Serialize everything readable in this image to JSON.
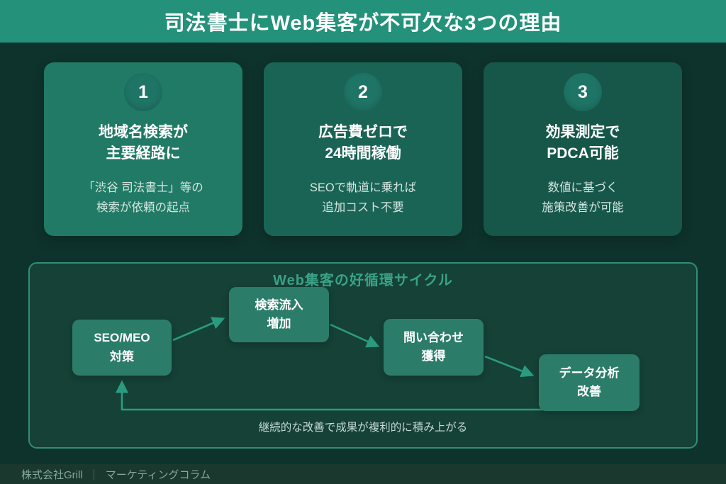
{
  "header": {
    "title": "司法書士にWeb集客が不可欠な3つの理由"
  },
  "cards": [
    {
      "number": "1",
      "title_line1": "地域名検索が",
      "title_line2": "主要経路に",
      "desc_line1": "「渋谷 司法書士」等の",
      "desc_line2": "検索が依頼の起点"
    },
    {
      "number": "2",
      "title_line1": "広告費ゼロで",
      "title_line2": "24時間稼働",
      "desc_line1": "SEOで軌道に乗れば",
      "desc_line2": "追加コスト不要"
    },
    {
      "number": "3",
      "title_line1": "効果測定で",
      "title_line2": "PDCA可能",
      "desc_line1": "数値に基づく",
      "desc_line2": "施策改善が可能"
    }
  ],
  "cycle": {
    "title": "Web集客の好循環サイクル",
    "nodes": [
      {
        "line1": "SEO/MEO",
        "line2": "対策"
      },
      {
        "line1": "検索流入",
        "line2": "増加"
      },
      {
        "line1": "問い合わせ",
        "line2": "獲得"
      },
      {
        "line1": "データ分析",
        "line2": "改善"
      }
    ],
    "caption": "継続的な改善で成果が複利的に積み上がる"
  },
  "footer": {
    "company": "株式会社Grill",
    "divider": "｜",
    "label": "マーケティングコラム"
  },
  "colors": {
    "page-bg": "#0e332c",
    "header-bg": "#24917a",
    "card1-bg": "#217a66",
    "card2-bg": "#1a6456",
    "card3-bg": "#16574a",
    "circle-bg": "#1e7465",
    "card-title": "#ffffff",
    "card-desc": "#d3e5df",
    "cycle-border": "#2e8f77",
    "cycle-bg": "#154137",
    "cycle-title": "#3aa287",
    "node-bg": "#2b7d6a",
    "arrow": "#2b9b7f",
    "caption": "#c6d9d2",
    "footer-bg": "#1b382f",
    "footer-fg": "#83a89c"
  }
}
